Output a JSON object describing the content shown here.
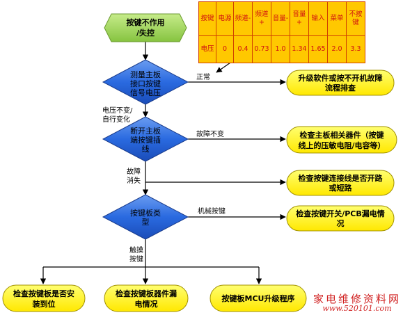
{
  "table": {
    "header": [
      "按键",
      "电源",
      "频道-",
      "频道+",
      "音量-",
      "音量+",
      "输入",
      "菜单",
      "不按键"
    ],
    "values": [
      "电压",
      "0",
      "0.4",
      "0.73",
      "1.0",
      "1.34",
      "1.65",
      "2.0",
      "3.3"
    ]
  },
  "nodes": {
    "start": [
      "按键不作用",
      "/失控"
    ],
    "dec1": [
      "测量主板",
      "接口按键",
      "信号电压"
    ],
    "dec2": [
      "断开主板",
      "端按键插",
      "线"
    ],
    "dec3": [
      "按键板类",
      "型"
    ],
    "res1": [
      "升级软件或按不开机故障",
      "流程排查"
    ],
    "res2": [
      "检查主板相关器件（按键",
      "线上的压敏电阻/电容等）"
    ],
    "res3": [
      "检查按键连接线是否开路",
      "或短路"
    ],
    "res4": [
      "检查按键开关/PCB漏电情",
      "况"
    ],
    "res5": [
      "检查按键板是否安",
      "装到位"
    ],
    "res6": [
      "检查按键板器件漏",
      "电情况"
    ],
    "res7": [
      "按键板MCU升级程序"
    ]
  },
  "edges": {
    "normal": "正常",
    "abnormal": [
      "电压不变/",
      "自行变化"
    ],
    "fault_same": "故障不变",
    "fault_gone": [
      "故障",
      "消失"
    ],
    "mechanical": "机械按键",
    "touch": [
      "触摸",
      "按键"
    ]
  },
  "watermark": {
    "cn": "家电维修资料网",
    "url": "www.520101.com"
  },
  "colors": {
    "start_fill": "#92d050",
    "decision_fill": "#1f5fd7",
    "result_fill": "#ffff00",
    "table_fill": "#ffc800"
  }
}
